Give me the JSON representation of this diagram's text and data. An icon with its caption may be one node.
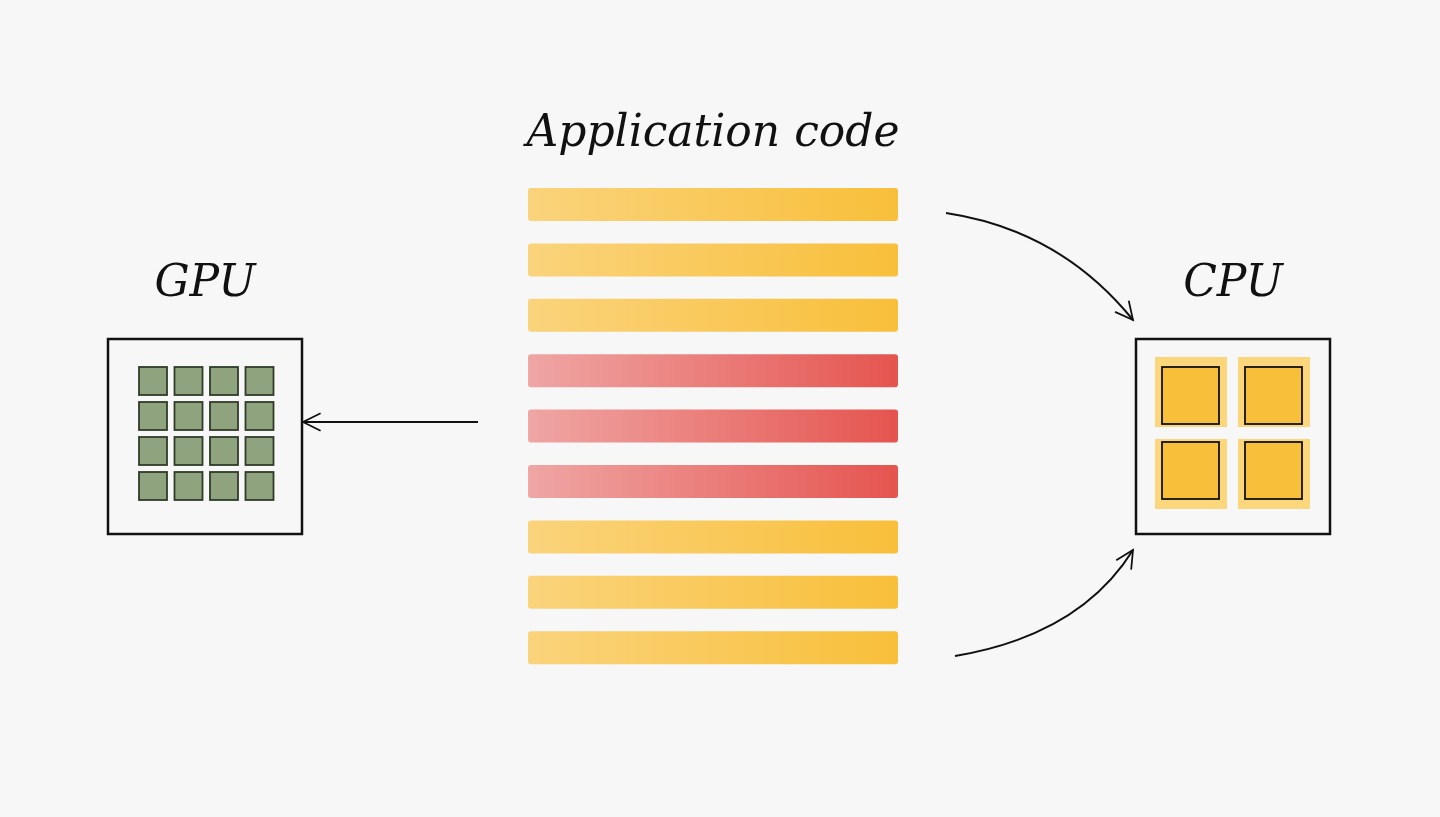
{
  "diagram": {
    "nodes": [
      {
        "text": [
          "Application code"
        ]
      },
      {
        "text": [
          "GPU"
        ]
      },
      {
        "text": [
          "CPU"
        ]
      }
    ],
    "edges": [
      {
        "from": 0,
        "to": 1,
        "arrow": "to"
      },
      {
        "from": 0,
        "to": 2,
        "arrow": "to"
      },
      {
        "from": 0,
        "to": 2,
        "arrow": "to"
      }
    ]
  }
}
